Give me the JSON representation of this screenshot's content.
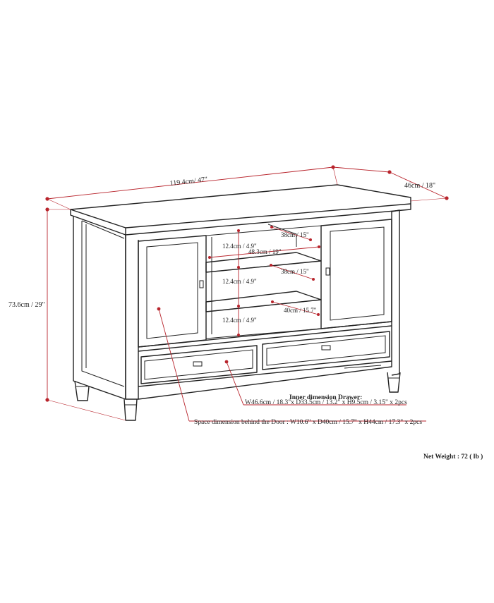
{
  "diagram": {
    "dimensions": {
      "width": "119.4cm/ 47\"",
      "depth": "46cm / 18\"",
      "height": "73.6cm / 29\"",
      "shelf_depth_top": "38cm / 15\"",
      "shelf_width": "48.3cm / 19\"",
      "shelf_depth_mid": "38cm / 15\"",
      "bottom_depth": "40cm / 15.7\"",
      "shelf_height_1": "12.4cm / 4.9\"",
      "shelf_height_2": "12.4cm / 4.9\"",
      "shelf_height_3": "12.4cm / 4.9\""
    },
    "drawer": {
      "heading": "Inner dimension Drawer:",
      "spec": "W46.6cm / 18.3\"x D33.5cm / 13.2\" x H9.5cm / 3.15\" x 2pcs"
    },
    "door_space": "Space dimension behind the Door  : W10.6\" x D40cm / 15.7\" x H44cm / 17.3\" x 2pcs",
    "net_weight": "Net Weight : 72 ( lb )",
    "colors": {
      "dimension_line": "#b8242c",
      "ink": "#222222"
    }
  }
}
